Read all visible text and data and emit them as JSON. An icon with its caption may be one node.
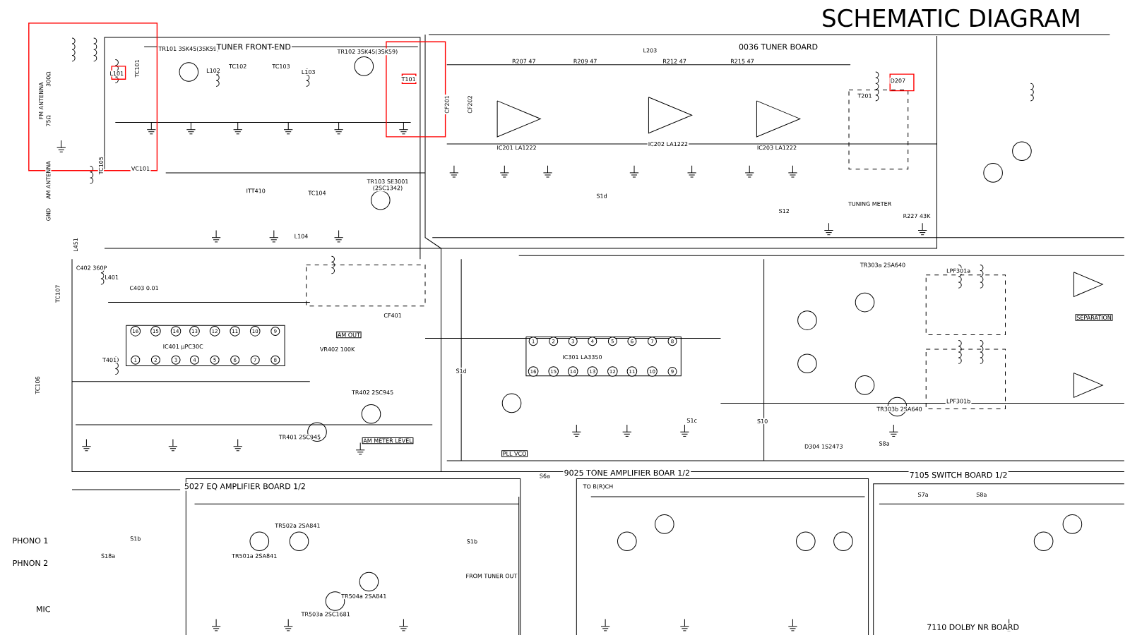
{
  "diagram": {
    "title": "SCHEMATIC DIAGRAM",
    "labels": [
      "TR101 3SK45(3SK59)",
      "TUNER FRONT-END",
      "TR102 3SK45(3SK59)",
      "0036 TUNER BOARD",
      "300Ω",
      "FM ANTENNA",
      "75Ω",
      "L101",
      "TC101",
      "L102",
      "TC102",
      "TC103",
      "L103",
      "T101",
      "CF201",
      "CF202",
      "R207 47",
      "R209 47",
      "L203",
      "R212 47",
      "R215 47",
      "IC201 LA1222",
      "IC202 LA1222",
      "IC203 LA1222",
      "T201",
      "D207",
      "TC105",
      "VC101",
      "AM ANTENNA",
      "GND",
      "ITT410",
      "TC104",
      "L104",
      "TR103 SE3001 (2SC1342)",
      "S1d",
      "TUNING METER",
      "R227 43K",
      "S12",
      "L451",
      "C402 360P",
      "L401",
      "C403 0.01",
      "TC107",
      "CF401",
      "IC401 μPC30C",
      "AM OUT",
      "VR402 100K",
      "T401",
      "TC106",
      "TR402 2SC945",
      "TR401 2SC945",
      "AM METER LEVEL",
      "IC301 LA3350",
      "S1d",
      "PLL VCO",
      "S1c",
      "S10",
      "D304 1S2473",
      "S8a",
      "TR303a 2SA640",
      "LPF301a",
      "SEPARATION",
      "LPF301b",
      "TR303b 2SA640",
      "5027 EQ AMPLIFIER BOARD 1/2",
      "9025 TONE AMPLIFIER BOAR 1/2",
      "7105 SWITCH BOARD 1/2",
      "PHONO 1",
      "PHNON 2",
      "MIC",
      "S1b",
      "S18a",
      "TR501a 2SA841",
      "TR502a 2SA841",
      "TR503a 2SC1681",
      "TR504a 2SA841",
      "S1b",
      "FROM TUNER OUT",
      "S6a",
      "TO B(R)CH",
      "S7a",
      "S8a",
      "7110 DOLBY NR BOARD",
      "16",
      "15",
      "14",
      "13",
      "12",
      "11",
      "10",
      "9",
      "1",
      "2",
      "3",
      "4",
      "5",
      "6",
      "7",
      "8",
      "1",
      "2",
      "3",
      "4",
      "5",
      "6",
      "7",
      "8",
      "16",
      "15",
      "14",
      "13",
      "12",
      "11",
      "10",
      "9"
    ]
  }
}
